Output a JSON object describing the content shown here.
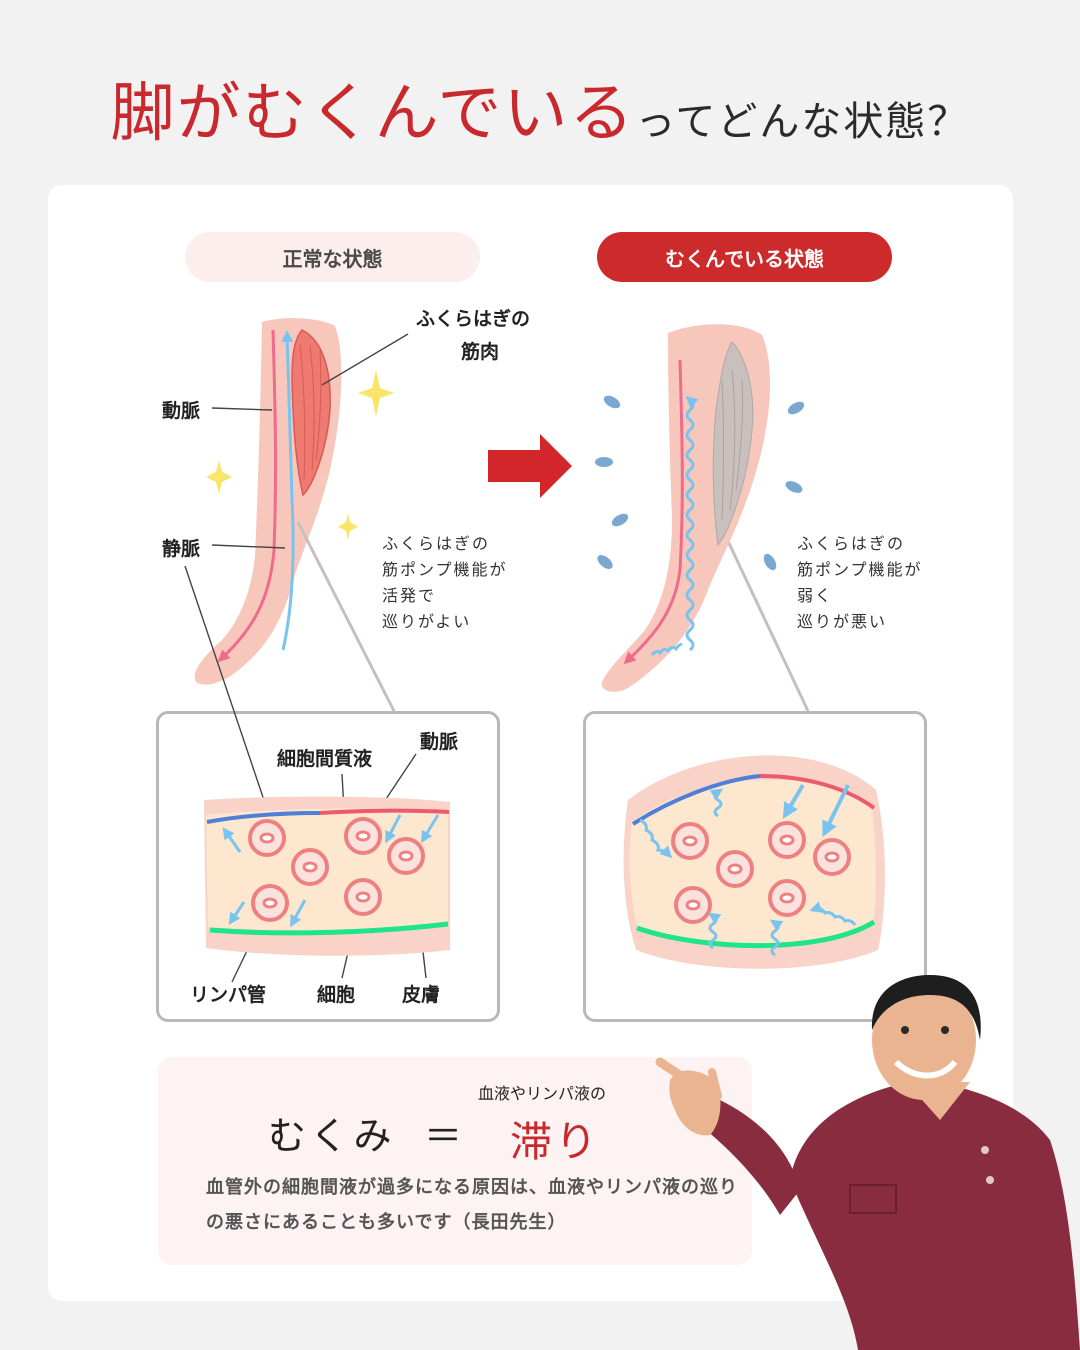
{
  "title": {
    "highlight": "脚がむくんでいる",
    "rest": "ってどんな状態？"
  },
  "labels": {
    "normal_state": "正常な状態",
    "swollen_state": "むくんでいる状態",
    "calf_muscle_line1": "ふくらはぎの",
    "calf_muscle_line2": "筋肉",
    "artery": "動脈",
    "vein": "静脈",
    "interstitial_fluid": "細胞間質液",
    "artery_inset": "動脈",
    "lymph_vessel": "リンパ管",
    "cell": "細胞",
    "skin": "皮膚"
  },
  "notes": {
    "normal": [
      "ふくらはぎの",
      "筋ポンプ機能が",
      "活発で",
      "巡りがよい"
    ],
    "swollen": [
      "ふくらはぎの",
      "筋ポンプ機能が",
      "弱く",
      "巡りが悪い"
    ]
  },
  "summary": {
    "term": "むくみ",
    "equals": "＝",
    "small_above": "血液やリンパ液の",
    "result": "滞り",
    "description": "血管外の細胞間液が過多になる原因は、血液やリンパ液の巡りの悪さにあることも多いです（長田先生）"
  },
  "colors": {
    "accent_red": "#c9282d",
    "skin": "#f8c7bb",
    "artery_pink": "#ef6b8c",
    "vein_blue": "#78c4ee",
    "lymph_green": "#1ee58a",
    "tissue": "#fde7cf"
  }
}
